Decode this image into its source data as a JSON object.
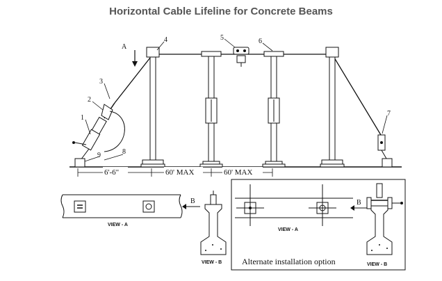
{
  "title": "Horizontal Cable Lifeline for Concrete Beams",
  "callouts": [
    "1",
    "2",
    "3",
    "4",
    "5",
    "6",
    "7",
    "8",
    "9"
  ],
  "arrow_a": "A",
  "arrow_b1": "B",
  "arrow_b2": "B",
  "dimensions": {
    "offset": "6'-6\"",
    "span1": "60' MAX",
    "span2": "60' MAX"
  },
  "views": {
    "view_a1": "VIEW - A",
    "view_b1": "VIEW - B",
    "view_a2": "VIEW - A",
    "view_b2": "VIEW - B"
  },
  "alternate_caption": "Alternate installation option"
}
